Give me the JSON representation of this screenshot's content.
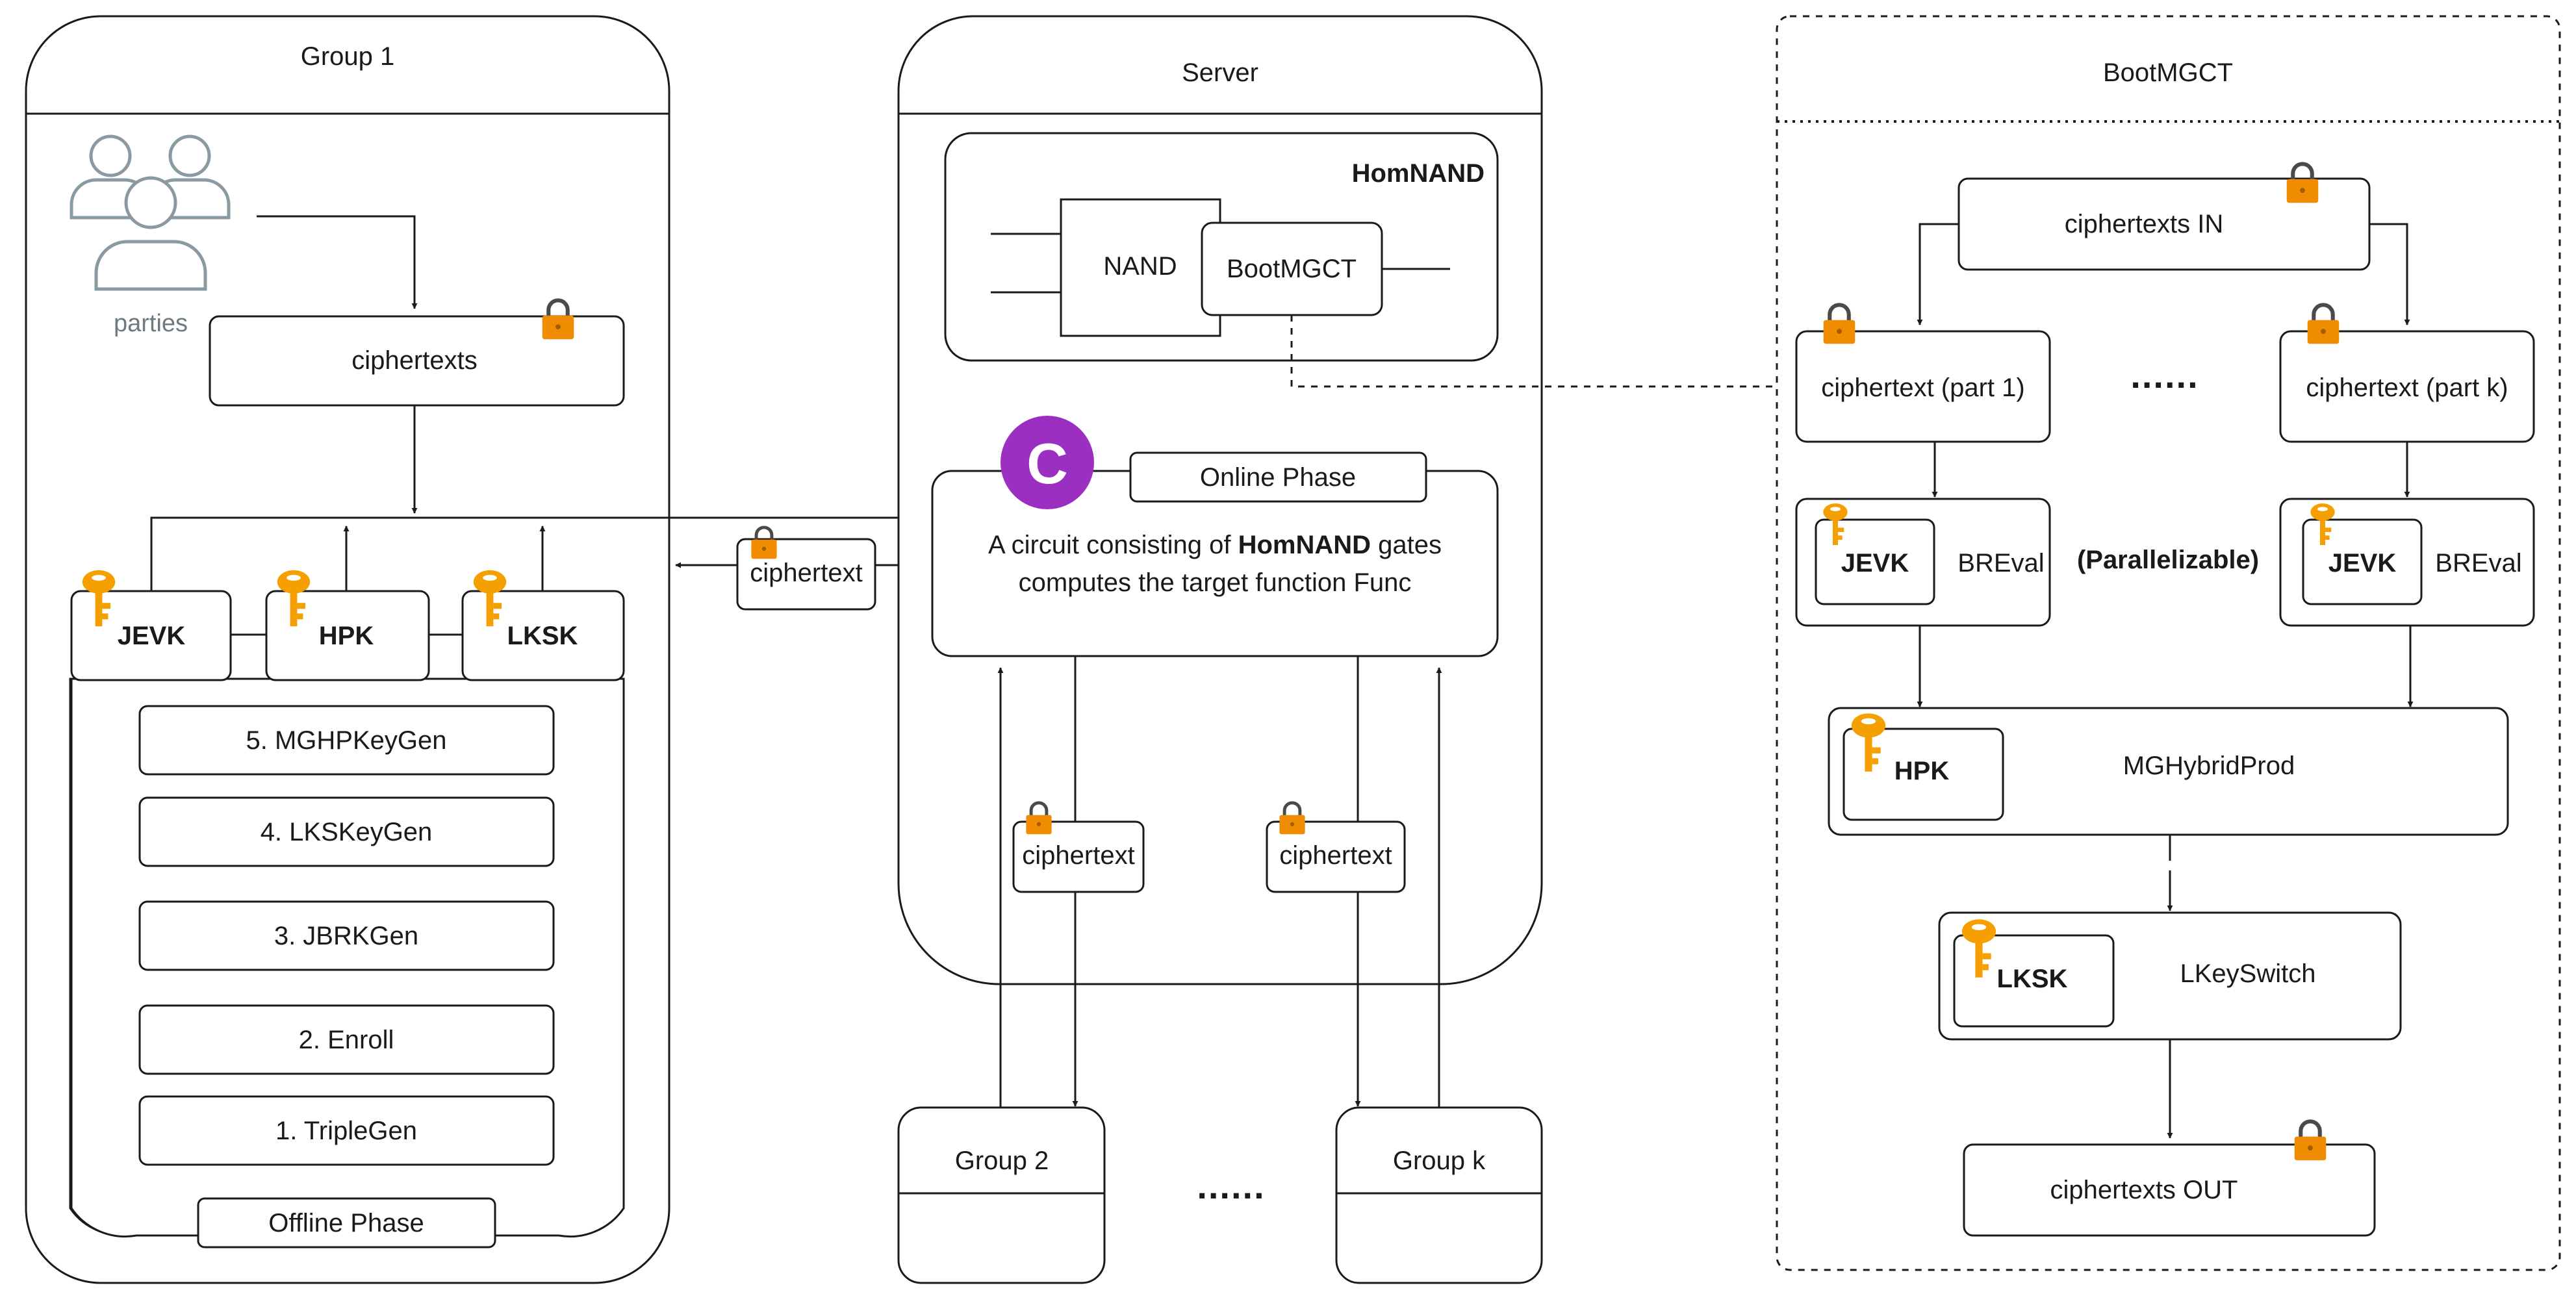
{
  "colors": {
    "line": "#1a1a1a",
    "lock": "#f08c00",
    "key": "#f5a000",
    "circuit_icon": "#9b2fc2",
    "parties_icon": "#8a9aa3"
  },
  "icons": {
    "lock": "lock-icon",
    "key": "key-icon",
    "parties": "users-icon",
    "circuit": "circle-c-icon"
  },
  "group1": {
    "title": "Group 1",
    "parties_label": "parties",
    "ciphertexts": "ciphertexts",
    "keys": [
      "JEVK",
      "HPK",
      "LKSK"
    ],
    "steps": [
      "5. MGHPKeyGen",
      "4. LKSKeyGen",
      "3. JBRKGen",
      "2. Enroll",
      "1. TripleGen"
    ],
    "phase": "Offline Phase"
  },
  "link_ciphertext": "ciphertext",
  "server": {
    "title": "Server",
    "homnand": {
      "title": "HomNAND",
      "nand": "NAND",
      "bootmgct": "BootMGCT"
    },
    "circuit_letter": "C",
    "online_phase": "Online Phase",
    "circuit_line1_pre": "A circuit consisting of ",
    "circuit_line1_bold": "HomNAND",
    "circuit_line1_post": " gates",
    "circuit_line2": "computes the target function Func",
    "ciphertext_left": "ciphertext",
    "ciphertext_right": "ciphertext"
  },
  "groups_bottom": {
    "group2": "Group 2",
    "ellipsis": "......",
    "groupk": "Group k"
  },
  "bootmgct": {
    "title": "BootMGCT",
    "in": "ciphertexts IN",
    "part1": "ciphertext (part 1)",
    "ellipsis": "......",
    "partk": "ciphertext (part k)",
    "jevk": "JEVK",
    "breval": "BREval",
    "parallel": "(Parallelizable)",
    "hpk": "HPK",
    "mghybrid": "MGHybridProd",
    "lksk": "LKSK",
    "lkeyswitch": "LKeySwitch",
    "out": "ciphertexts OUT"
  }
}
